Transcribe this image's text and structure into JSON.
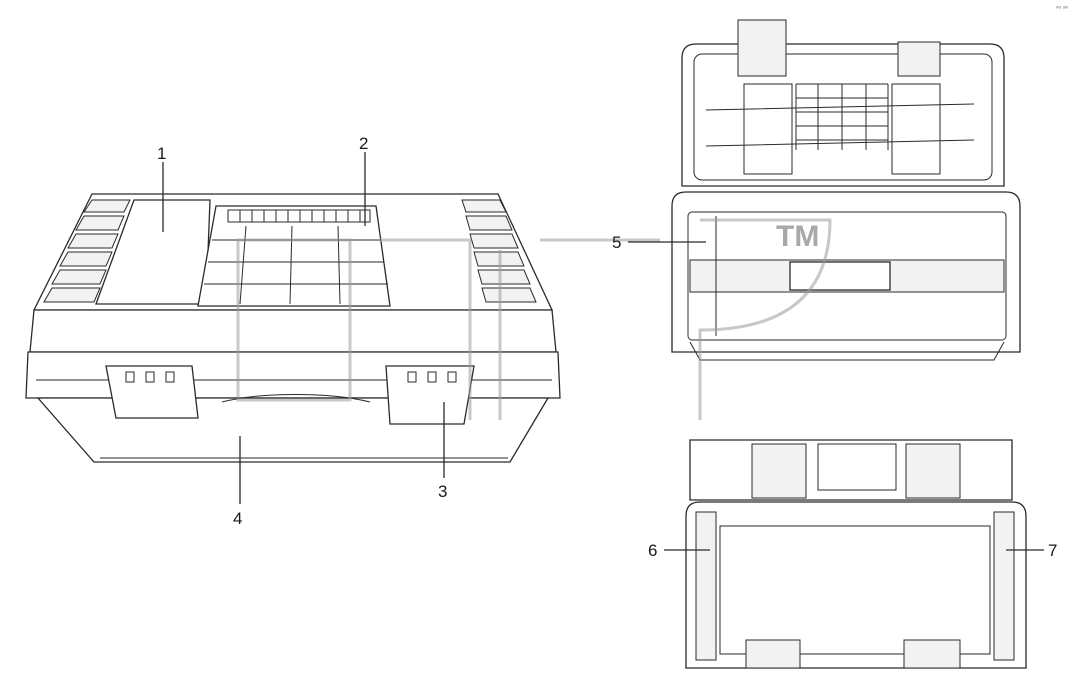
{
  "callouts": [
    {
      "id": "1",
      "text": "1"
    },
    {
      "id": "2",
      "text": "2"
    },
    {
      "id": "3",
      "text": "3"
    },
    {
      "id": "4",
      "text": "4"
    },
    {
      "id": "5",
      "text": "5"
    },
    {
      "id": "6",
      "text": "6"
    },
    {
      "id": "7",
      "text": "7"
    }
  ],
  "watermark": {
    "text": "TM"
  },
  "corner_mark": {
    "text": "ʷᵒ ᵃʷ"
  }
}
